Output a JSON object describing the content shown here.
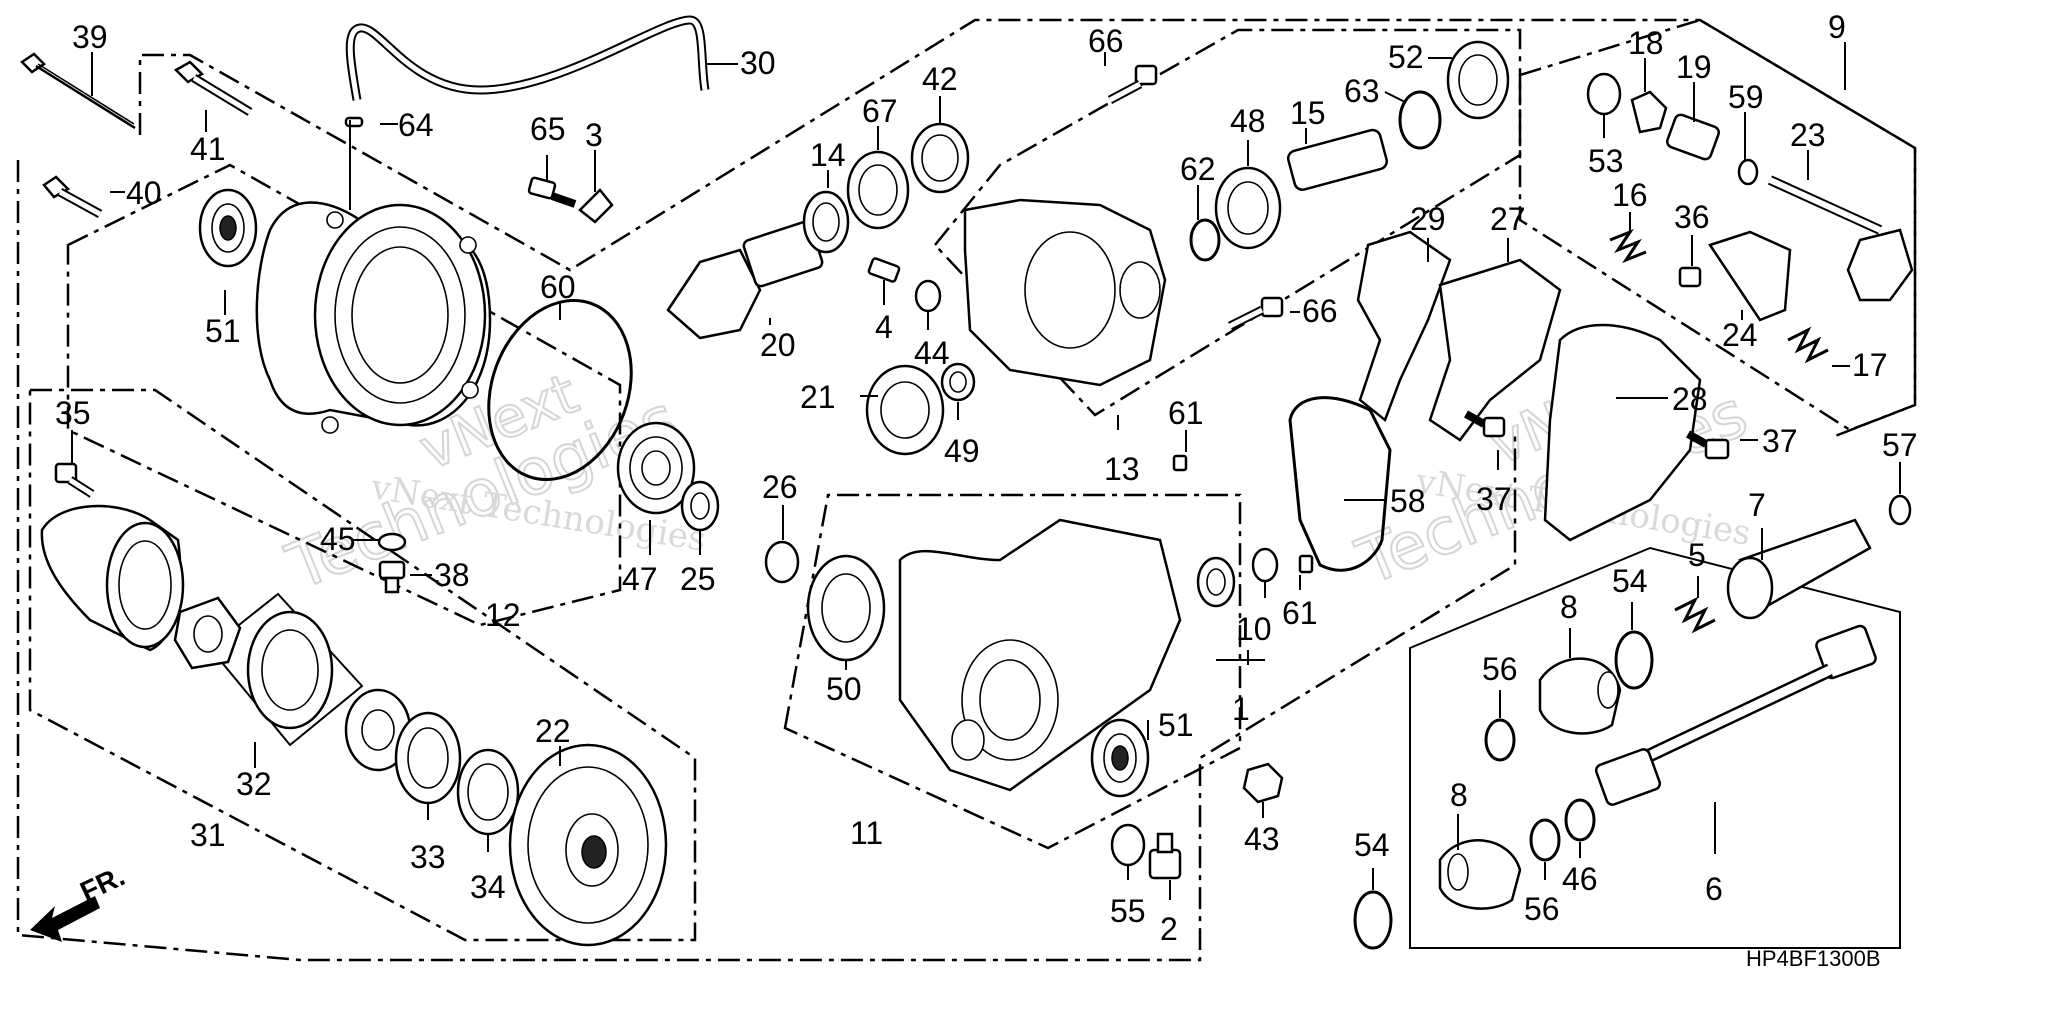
{
  "diagram_code": "HP4BF1300B",
  "direction_marker": "FR.",
  "watermark": {
    "text_top": "vNext Technologies",
    "text_bottom": "Technologies",
    "text_side": "vNext"
  },
  "labels": [
    {
      "id": "1",
      "text": "1"
    },
    {
      "id": "2",
      "text": "2"
    },
    {
      "id": "3",
      "text": "3"
    },
    {
      "id": "4",
      "text": "4"
    },
    {
      "id": "5",
      "text": "5"
    },
    {
      "id": "6",
      "text": "6"
    },
    {
      "id": "7",
      "text": "7"
    },
    {
      "id": "8a",
      "text": "8"
    },
    {
      "id": "8b",
      "text": "8"
    },
    {
      "id": "9",
      "text": "9"
    },
    {
      "id": "10",
      "text": "10"
    },
    {
      "id": "11",
      "text": "11"
    },
    {
      "id": "12",
      "text": "12"
    },
    {
      "id": "13",
      "text": "13"
    },
    {
      "id": "14",
      "text": "14"
    },
    {
      "id": "15",
      "text": "15"
    },
    {
      "id": "16",
      "text": "16"
    },
    {
      "id": "17",
      "text": "17"
    },
    {
      "id": "18",
      "text": "18"
    },
    {
      "id": "19",
      "text": "19"
    },
    {
      "id": "20",
      "text": "20"
    },
    {
      "id": "21",
      "text": "21"
    },
    {
      "id": "22",
      "text": "22"
    },
    {
      "id": "23",
      "text": "23"
    },
    {
      "id": "24",
      "text": "24"
    },
    {
      "id": "25",
      "text": "25"
    },
    {
      "id": "26",
      "text": "26"
    },
    {
      "id": "27",
      "text": "27"
    },
    {
      "id": "28",
      "text": "28"
    },
    {
      "id": "29",
      "text": "29"
    },
    {
      "id": "30",
      "text": "30"
    },
    {
      "id": "31",
      "text": "31"
    },
    {
      "id": "32",
      "text": "32"
    },
    {
      "id": "33",
      "text": "33"
    },
    {
      "id": "34",
      "text": "34"
    },
    {
      "id": "35",
      "text": "35"
    },
    {
      "id": "36",
      "text": "36"
    },
    {
      "id": "37a",
      "text": "37"
    },
    {
      "id": "37b",
      "text": "37"
    },
    {
      "id": "38",
      "text": "38"
    },
    {
      "id": "39",
      "text": "39"
    },
    {
      "id": "40",
      "text": "40"
    },
    {
      "id": "41",
      "text": "41"
    },
    {
      "id": "42",
      "text": "42"
    },
    {
      "id": "43",
      "text": "43"
    },
    {
      "id": "44",
      "text": "44"
    },
    {
      "id": "45",
      "text": "45"
    },
    {
      "id": "46",
      "text": "46"
    },
    {
      "id": "47",
      "text": "47"
    },
    {
      "id": "48",
      "text": "48"
    },
    {
      "id": "49",
      "text": "49"
    },
    {
      "id": "50",
      "text": "50"
    },
    {
      "id": "51a",
      "text": "51"
    },
    {
      "id": "51b",
      "text": "51"
    },
    {
      "id": "52",
      "text": "52"
    },
    {
      "id": "53",
      "text": "53"
    },
    {
      "id": "54a",
      "text": "54"
    },
    {
      "id": "54b",
      "text": "54"
    },
    {
      "id": "55",
      "text": "55"
    },
    {
      "id": "56a",
      "text": "56"
    },
    {
      "id": "56b",
      "text": "56"
    },
    {
      "id": "57",
      "text": "57"
    },
    {
      "id": "58",
      "text": "58"
    },
    {
      "id": "59",
      "text": "59"
    },
    {
      "id": "60",
      "text": "60"
    },
    {
      "id": "61a",
      "text": "61"
    },
    {
      "id": "61b",
      "text": "61"
    },
    {
      "id": "62",
      "text": "62"
    },
    {
      "id": "63",
      "text": "63"
    },
    {
      "id": "64",
      "text": "64"
    },
    {
      "id": "65",
      "text": "65"
    },
    {
      "id": "66a",
      "text": "66"
    },
    {
      "id": "66b",
      "text": "66"
    },
    {
      "id": "67",
      "text": "67"
    }
  ]
}
